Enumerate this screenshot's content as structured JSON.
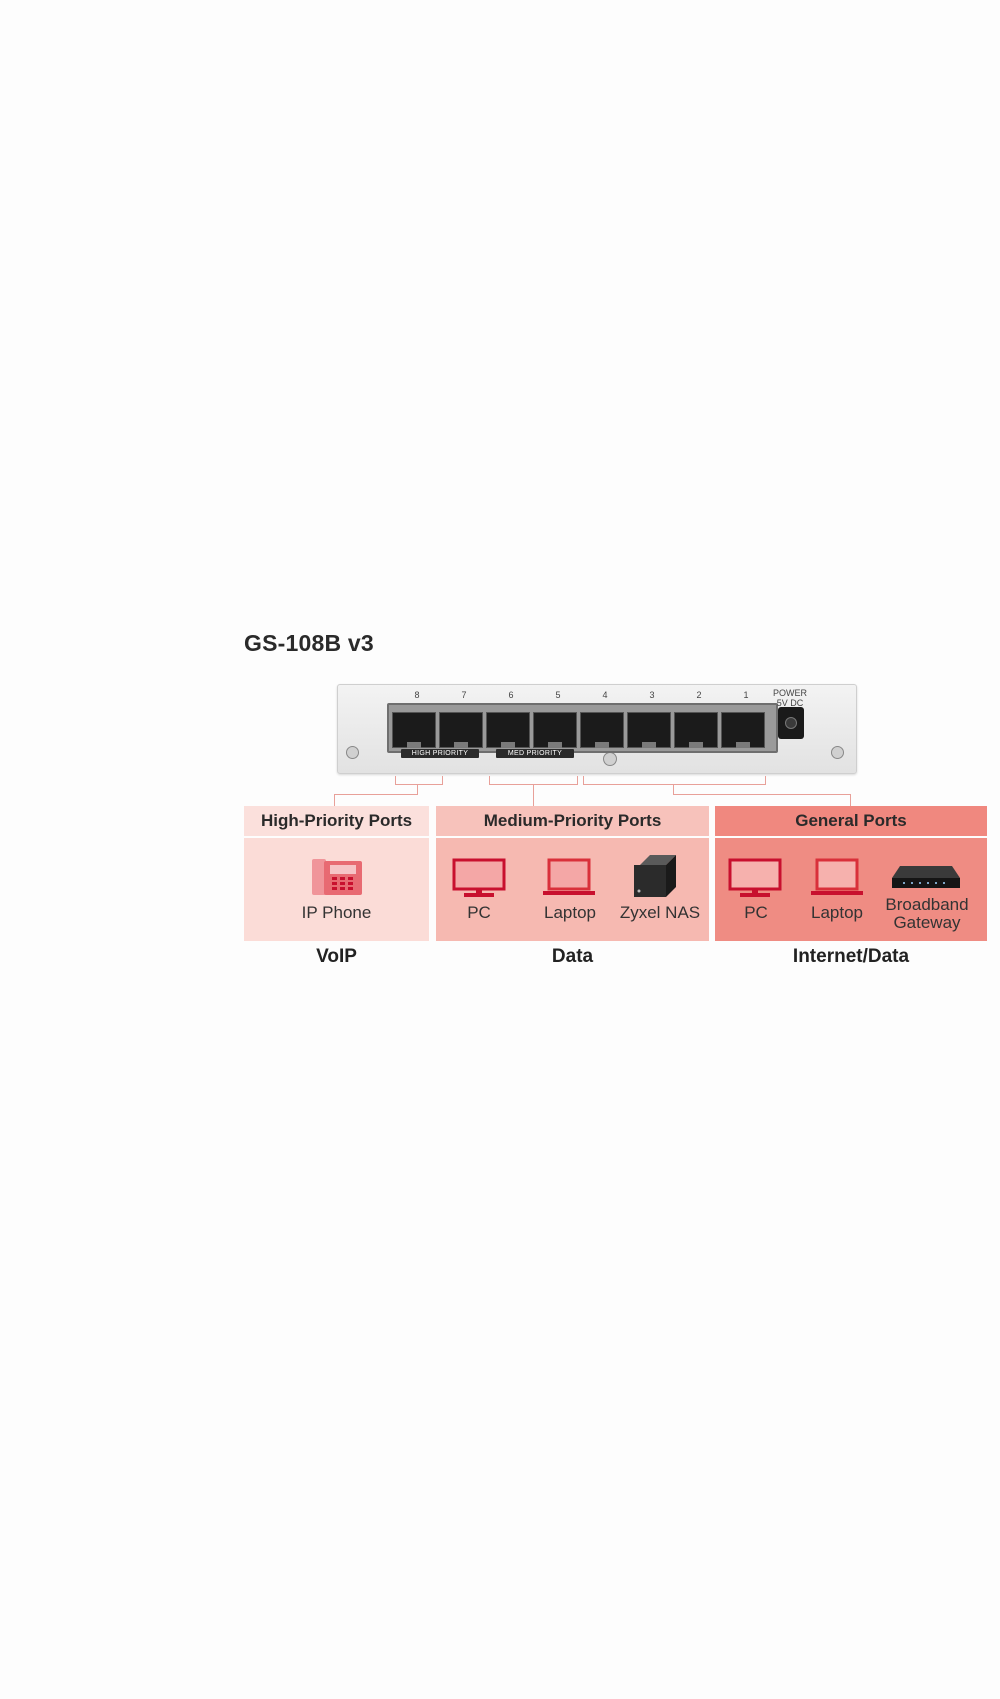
{
  "title": "GS-108B v3",
  "switch": {
    "port_numbers": [
      "8",
      "7",
      "6",
      "5",
      "4",
      "3",
      "2",
      "1"
    ],
    "power_label_line1": "POWER",
    "power_label_line2": "5V DC",
    "high_priority_tag": "HIGH PRIORITY",
    "med_priority_tag": "MED PRIORITY"
  },
  "groups": [
    {
      "header": "High-Priority Ports",
      "devices": [
        {
          "label": "IP Phone",
          "icon": "ip-phone-icon"
        }
      ],
      "footer": "VoIP",
      "header_color": "#fbe0dc",
      "body_color": "#fbdcd7"
    },
    {
      "header": "Medium-Priority Ports",
      "devices": [
        {
          "label": "PC",
          "icon": "monitor-icon"
        },
        {
          "label": "Laptop",
          "icon": "laptop-icon"
        },
        {
          "label": "Zyxel NAS",
          "icon": "nas-icon"
        }
      ],
      "footer": "Data",
      "header_color": "#f7c2bb",
      "body_color": "#f6b9b1"
    },
    {
      "header": "General Ports",
      "devices": [
        {
          "label": "PC",
          "icon": "monitor-icon"
        },
        {
          "label": "Laptop",
          "icon": "laptop-icon"
        },
        {
          "label": "Broadband Gateway",
          "icon": "gateway-icon"
        }
      ],
      "footer": "Internet/Data",
      "header_color": "#f0887f",
      "body_color": "#ef8c83"
    }
  ],
  "colors": {
    "accent_red": "#c8102e",
    "icon_red": "#d9303a",
    "connector_line": "#e8a099"
  }
}
